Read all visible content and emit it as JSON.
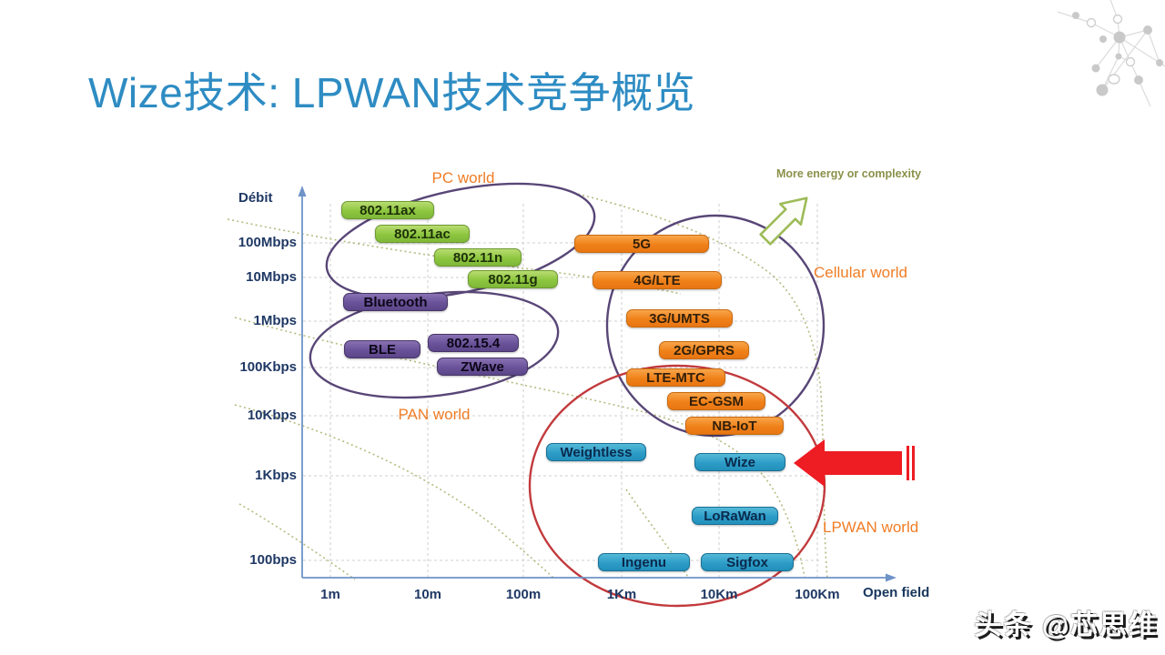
{
  "slide": {
    "title": "Wize技术: LPWAN技术竞争概览",
    "watermark": "头条 @芯思维"
  },
  "chart_data": {
    "type": "scatter",
    "title": "LPWAN technology competitive overview",
    "ylabel": "Débit",
    "y_ticks": [
      "100Mbps",
      "10Mbps",
      "1Mbps",
      "100Kbps",
      "10Kbps",
      "1Kbps",
      "100bps"
    ],
    "x_ticks": [
      "1m",
      "10m",
      "100m",
      "1Km",
      "10Km",
      "100Km"
    ],
    "x_axis_end_label": "Open field",
    "annotation": "More energy or complexity",
    "grid": true,
    "legend_position": "none",
    "worlds": [
      {
        "label": "PC world",
        "ellipse_color": "#584677",
        "members": [
          "802.11ax",
          "802.11ac",
          "802.11n",
          "802.11g"
        ]
      },
      {
        "label": "PAN world",
        "ellipse_color": "#584677",
        "members": [
          "Bluetooth",
          "BLE",
          "802.15.4",
          "ZWave"
        ]
      },
      {
        "label": "Cellular world",
        "ellipse_color": "#584677",
        "members": [
          "5G",
          "4G/LTE",
          "3G/UMTS",
          "2G/GPRS",
          "LTE-MTC",
          "EC-GSM",
          "NB-IoT"
        ]
      },
      {
        "label": "LPWAN world",
        "ellipse_color": "#c23a3d",
        "members": [
          "LTE-MTC",
          "EC-GSM",
          "NB-IoT",
          "Weightless",
          "Wize",
          "LoRaWan",
          "Ingenu",
          "Sigfox"
        ]
      }
    ],
    "technologies": [
      {
        "label": "802.11ax",
        "world": "PC",
        "approx_range": "1m–30m",
        "approx_rate": "~500Mbps"
      },
      {
        "label": "802.11ac",
        "world": "PC",
        "approx_range": "2m–60m",
        "approx_rate": "~150Mbps"
      },
      {
        "label": "802.11n",
        "world": "PC",
        "approx_range": "10m–100m",
        "approx_rate": "~50Mbps"
      },
      {
        "label": "802.11g",
        "world": "PC",
        "approx_range": "20m–200m",
        "approx_rate": "~10Mbps"
      },
      {
        "label": "Bluetooth",
        "world": "PAN",
        "approx_range": "1m–50m",
        "approx_rate": "~3Mbps"
      },
      {
        "label": "BLE",
        "world": "PAN",
        "approx_range": "1m–20m",
        "approx_rate": "~200Kbps"
      },
      {
        "label": "802.15.4",
        "world": "PAN",
        "approx_range": "8m–80m",
        "approx_rate": "~250Kbps"
      },
      {
        "label": "ZWave",
        "world": "PAN",
        "approx_range": "10m–100m",
        "approx_rate": "~100Kbps"
      },
      {
        "label": "5G",
        "world": "Cellular",
        "approx_range": "500m–5Km",
        "approx_rate": "~200Mbps"
      },
      {
        "label": "4G/LTE",
        "world": "Cellular",
        "approx_range": "600m–7Km",
        "approx_rate": "~30Mbps"
      },
      {
        "label": "3G/UMTS",
        "world": "Cellular",
        "approx_range": "1Km–10Km",
        "approx_rate": "~2Mbps"
      },
      {
        "label": "2G/GPRS",
        "world": "Cellular",
        "approx_range": "2Km–20Km",
        "approx_rate": "~150Kbps"
      },
      {
        "label": "LTE-MTC",
        "world": "Cellular/LPWAN",
        "approx_range": "1Km–10Km",
        "approx_rate": "~70Kbps"
      },
      {
        "label": "EC-GSM",
        "world": "Cellular/LPWAN",
        "approx_range": "3Km–30Km",
        "approx_rate": "~20Kbps"
      },
      {
        "label": "NB-IoT",
        "world": "Cellular/LPWAN",
        "approx_range": "5Km–40Km",
        "approx_rate": "~10Kbps"
      },
      {
        "label": "Weightless",
        "world": "LPWAN",
        "approx_range": "200m–2Km",
        "approx_rate": "~5Kbps"
      },
      {
        "label": "Wize",
        "world": "LPWAN",
        "approx_range": "5Km–50Km",
        "approx_rate": "~2.5Kbps"
      },
      {
        "label": "LoRaWan",
        "world": "LPWAN",
        "approx_range": "5Km–40Km",
        "approx_rate": "~400bps"
      },
      {
        "label": "Ingenu",
        "world": "LPWAN",
        "approx_range": "600m–6Km",
        "approx_rate": "~100bps"
      },
      {
        "label": "Sigfox",
        "world": "LPWAN",
        "approx_range": "5Km–50Km",
        "approx_rate": "~100bps"
      }
    ],
    "highlight": {
      "target": "Wize",
      "marker": "red-arrow",
      "color": "#ee1c23"
    },
    "colors": {
      "title": "#2e8cc3",
      "pc_boxes": "#8dc63f",
      "pan_boxes": "#6a5299",
      "cellular_boxes": "#f08119",
      "lpwan_boxes": "#2d9dc7",
      "world_labels": "#ef7d26",
      "axis": "#6e93c8",
      "tick_labels": "#1f3864",
      "ellipse_purple": "#584677",
      "ellipse_red": "#c23a3d",
      "highlight_arrow": "#ee1c23",
      "energy_arrow": "#9dbb57",
      "annotation_text": "#8b9149",
      "dotted_curves": "#b6bb80"
    }
  }
}
